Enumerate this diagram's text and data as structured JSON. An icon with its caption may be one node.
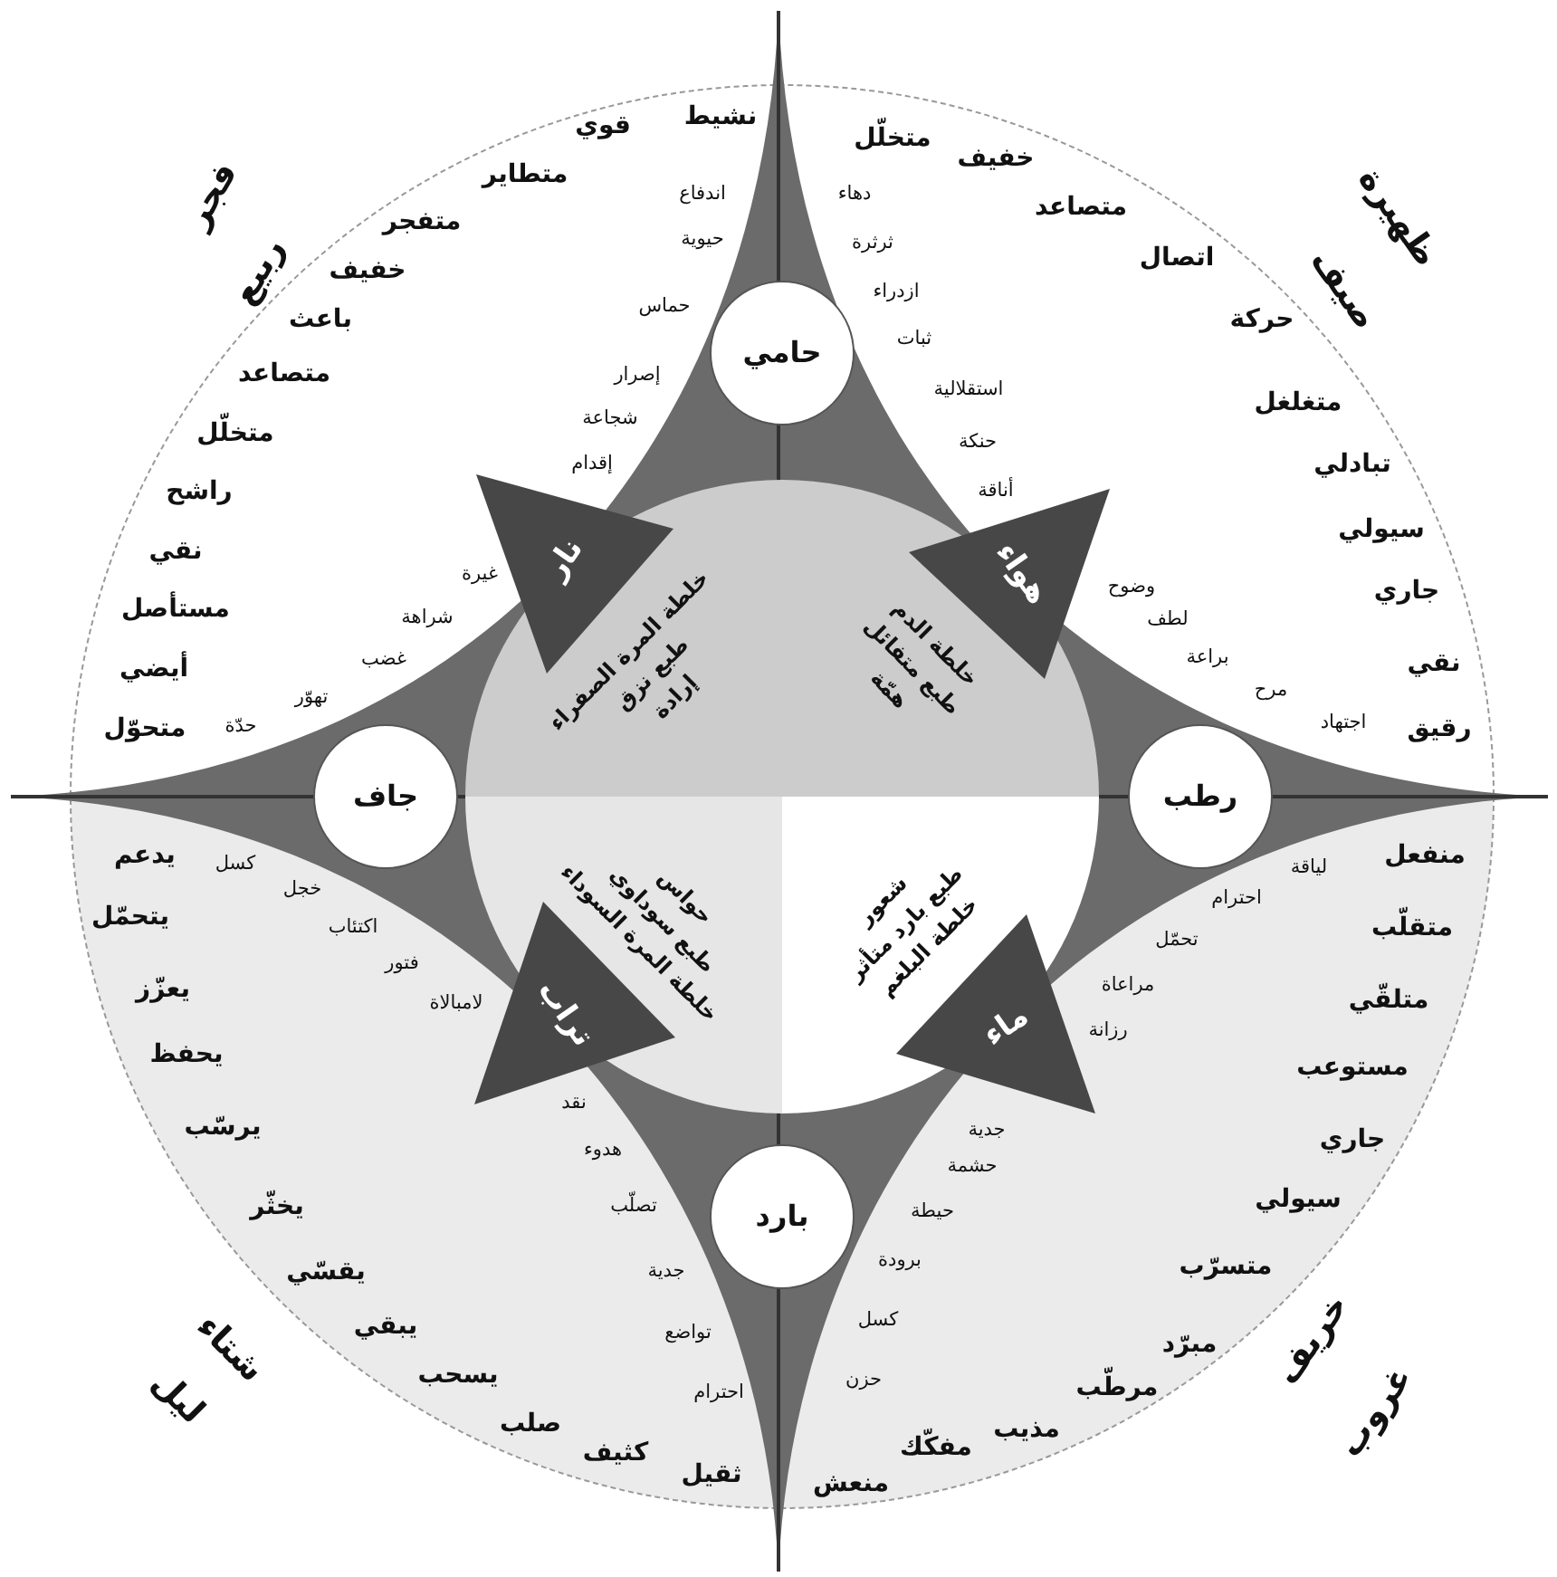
{
  "diagram": {
    "nodes": [
      {
        "text": [
          "حامي"
        ]
      },
      {
        "text": [
          "نار"
        ]
      },
      {
        "text": [
          "هواء"
        ]
      },
      {
        "text": [
          "خلطة المرة الصفراء",
          "طبع نزق",
          "إرادة"
        ]
      },
      {
        "text": [
          "خلطة الدم",
          "طبع متفائل",
          "همّة"
        ]
      },
      {
        "text": [
          "جاف"
        ]
      },
      {
        "text": [
          "رطب"
        ]
      },
      {
        "text": [
          "خلطة المرة السوداء",
          "طبع سوداوي",
          "حواس"
        ]
      },
      {
        "text": [
          "خلطة البلغم",
          "طبع بارد متأثر",
          "شعور"
        ]
      },
      {
        "text": [
          "تراب"
        ]
      },
      {
        "text": [
          "ماء"
        ]
      },
      {
        "text": [
          "بارد"
        ]
      }
    ],
    "labels": [
      "ربيع",
      "فجر",
      "نشيط",
      "قوي",
      "متطاير",
      "متفجر",
      "خفيف",
      "باعث",
      "متصاعد",
      "متخلّل",
      "راشح",
      "نقي",
      "مستأصل",
      "أيضي",
      "متحوّل",
      "اندفاع",
      "حيوية",
      "حماس",
      "إصرار",
      "شجاعة",
      "إقدام",
      "غيرة",
      "شراهة",
      "غضب",
      "تهوّر",
      "حدّة",
      "صيف",
      "ظهيرة",
      "متخلّل",
      "خفيف",
      "متصاعد",
      "اتصال",
      "حركة",
      "متغلغل",
      "تبادلي",
      "سيولي",
      "جاري",
      "نقي",
      "رقيق",
      "دهاء",
      "ثرثرة",
      "ازدراء",
      "ثبات",
      "استقلالية",
      "حنكة",
      "أناقة",
      "وضوح",
      "لطف",
      "براعة",
      "مرح",
      "اجتهاد",
      "خريف",
      "غروب",
      "منفعل",
      "متقلّب",
      "متلقّي",
      "مستوعب",
      "جاري",
      "سيولي",
      "متسرّب",
      "مبرّد",
      "مرطّب",
      "مذيب",
      "مفكّك",
      "منعش",
      "لياقة",
      "احترام",
      "تحمّل",
      "مراعاة",
      "رزانة",
      "جدية",
      "حشمة",
      "حيطة",
      "برودة",
      "كسل",
      "حزن",
      "شتاء",
      "ليل",
      "يدعم",
      "يتحمّل",
      "يعزّز",
      "يحفظ",
      "يرسّب",
      "يخثّر",
      "يقسّي",
      "يبقي",
      "يسحب",
      "صلب",
      "كثيف",
      "ثقيل",
      "كسل",
      "خجل",
      "اكتئاب",
      "فتور",
      "لامبالاة",
      "نقد",
      "هدوء",
      "تصلّب",
      "جدية",
      "تواضع",
      "احترام"
    ]
  }
}
